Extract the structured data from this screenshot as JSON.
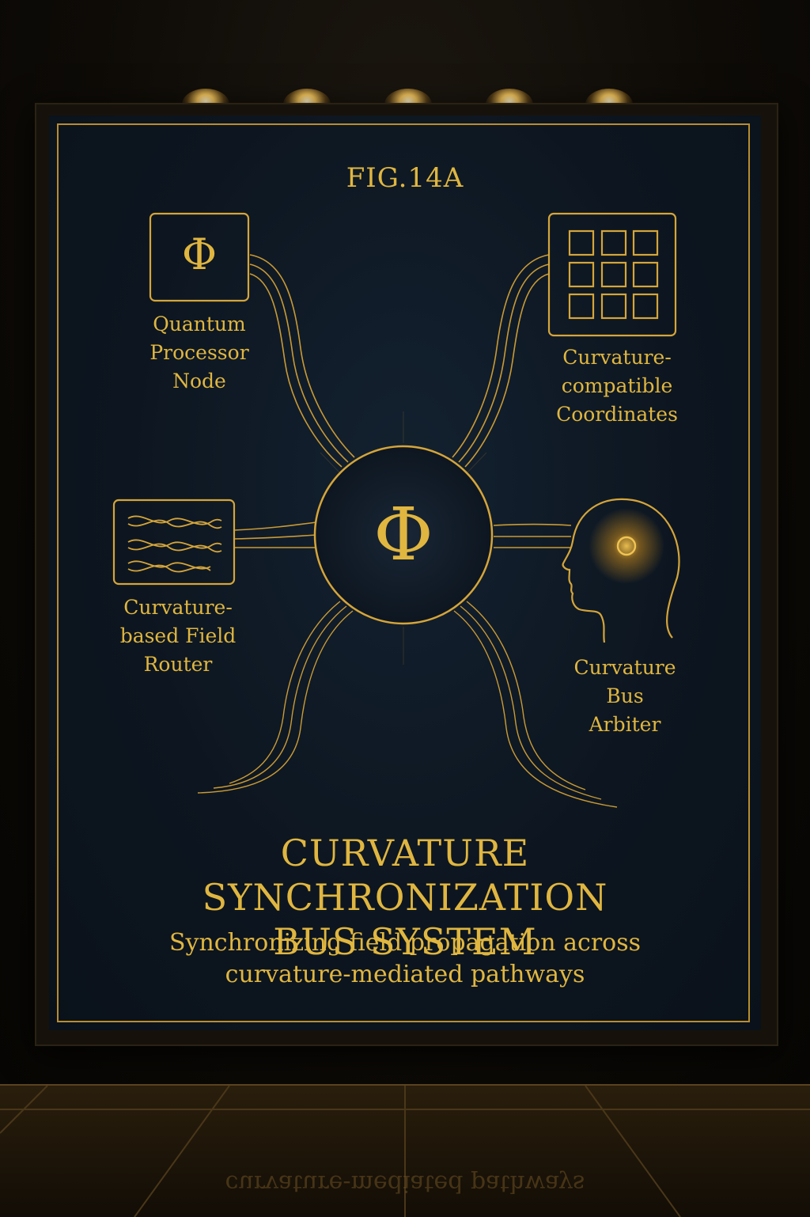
{
  "figure_label": "FIG.14A",
  "nodes": {
    "top_left": "Quantum\nProcessor\nNode",
    "top_right": "Curvature-\ncompatible\nCoordinates",
    "left": "Curvature-\nbased Field\nRouter",
    "right": "Curvature\nBus\nArbiter"
  },
  "center_symbol": "Φ",
  "node_symbol": "Φ",
  "title": "CURVATURE SYNCHRONIZATION\nBUS SYSTEM",
  "subtitle": "Synchronizing field propagation across\ncurvature-mediated pathways",
  "floor_reflection": "curvature-mediated pathways",
  "colors": {
    "gold": "#e0b640",
    "panel": "#0d1620",
    "frame": "#16120b"
  },
  "icons": [
    "phi-icon",
    "grid-icon",
    "wave-icon",
    "head-profile-icon"
  ]
}
